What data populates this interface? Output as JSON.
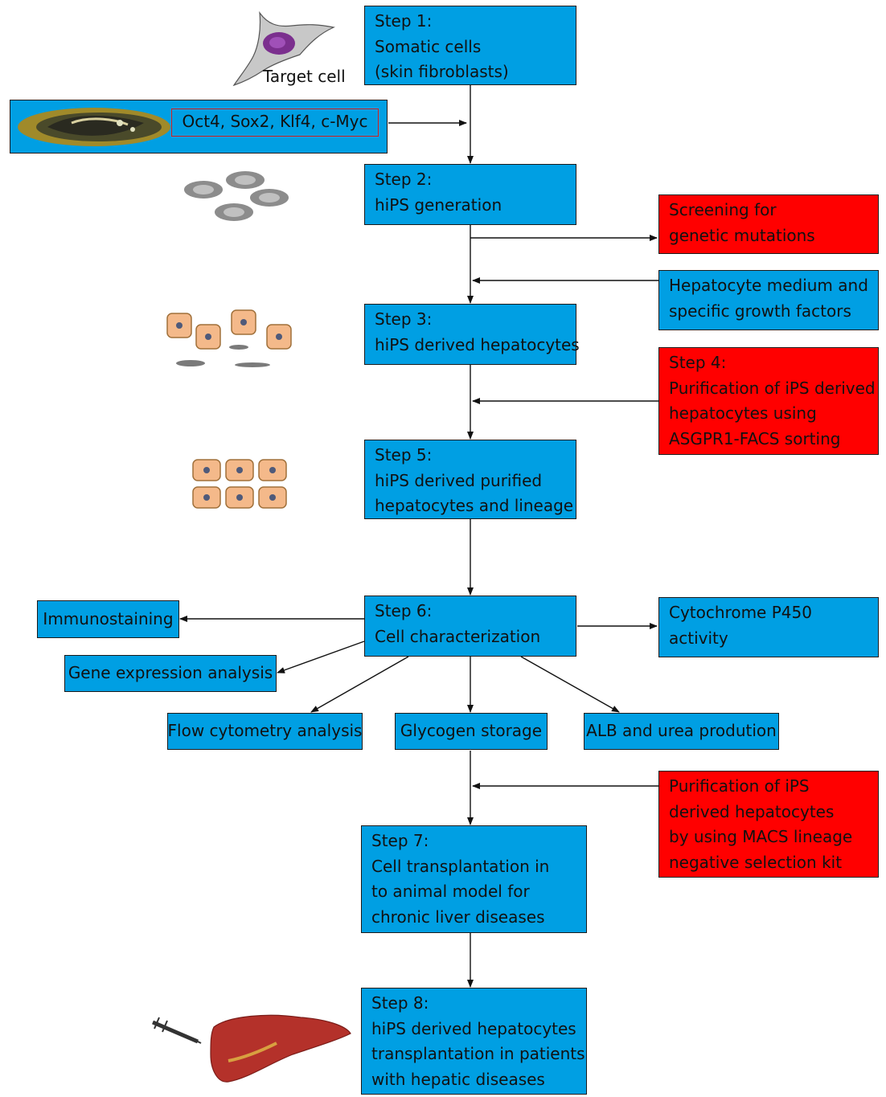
{
  "target_cell_label": "Target cell",
  "factors_label": "Oct4, Sox2, Klf4, c-Myc",
  "steps": {
    "s1": [
      "Step 1:",
      "Somatic cells",
      "(skin fibroblasts)"
    ],
    "s2": [
      "Step 2:",
      "hiPS generation"
    ],
    "s3": [
      "Step 3:",
      "hiPS derived hepatocytes"
    ],
    "s5": [
      "Step 5:",
      "hiPS derived purified",
      "hepatocytes and lineage"
    ],
    "s6": [
      "Step 6:",
      "Cell characterization"
    ],
    "s7": [
      "Step 7:",
      "Cell transplantation in",
      "to animal model for",
      "chronic liver diseases"
    ],
    "s8": [
      "Step 8:",
      "hiPS derived hepatocytes",
      "transplantation in patients",
      "with hepatic diseases"
    ]
  },
  "side_boxes": {
    "screening": [
      "Screening for",
      "genetic mutations"
    ],
    "medium": [
      "Hepatocyte medium and",
      "specific growth factors"
    ],
    "step4": [
      "Step 4:",
      "Purification of iPS derived",
      "hepatocytes using",
      "ASGPR1-FACS sorting"
    ],
    "cyp450": [
      "Cytochrome P450",
      "activity"
    ],
    "macs": [
      "Purification of iPS",
      "derived hepatocytes",
      "by using MACS lineage",
      "negative selection kit"
    ]
  },
  "assays": {
    "immunostaining": "Immunostaining",
    "gene_expression": "Gene expression analysis",
    "flow": "Flow cytometry analysis",
    "glycogen": "Glycogen storage",
    "alb_urea": "ALB and urea prodution"
  },
  "colors": {
    "process": "#009fe3",
    "critical": "#ff0000"
  }
}
